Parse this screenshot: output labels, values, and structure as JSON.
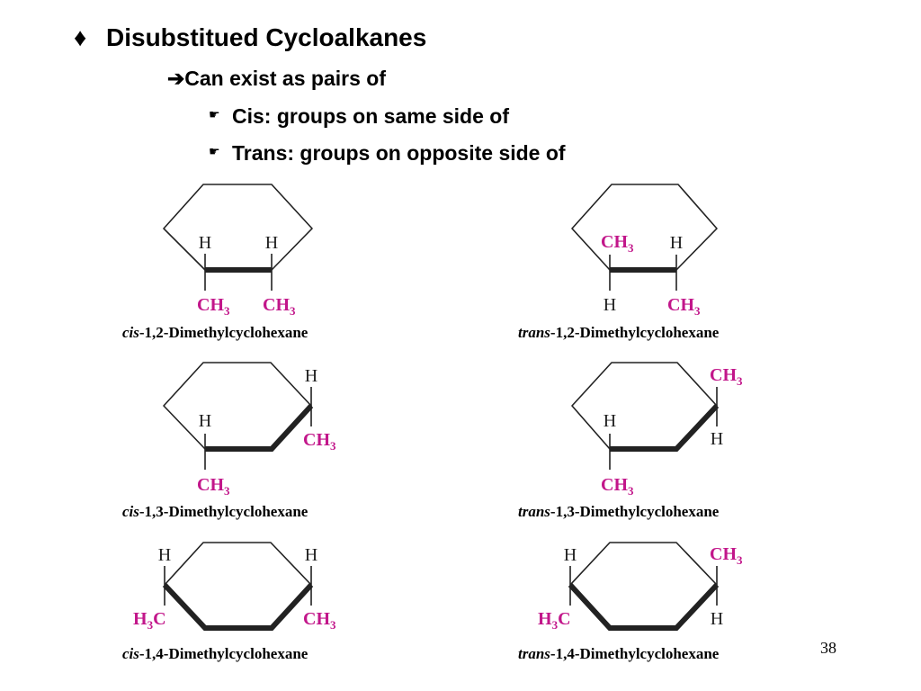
{
  "slide": {
    "bullet1": {
      "marker": "♦",
      "text": "Disubstitued Cycloalkanes"
    },
    "bullet2": {
      "marker": "➔",
      "text": "Can exist as pairs of"
    },
    "bullet3": [
      {
        "marker": "☛",
        "text": "Cis: groups on same side of"
      },
      {
        "marker": "☛",
        "text": "Trans: groups on opposite side of"
      }
    ],
    "page_number": "38"
  },
  "colors": {
    "substituent": "#c2168a",
    "text": "#000000"
  },
  "structures": {
    "cis12": {
      "caption_italic": "cis",
      "caption_rest": "-1,2-Dimethylcyclohexane",
      "h1": "H",
      "h2": "H",
      "g1": "CH",
      "g1_sub": "3",
      "g2": "CH",
      "g2_sub": "3"
    },
    "trans12": {
      "caption_italic": "trans",
      "caption_rest": "-1,2-Dimethylcyclohexane",
      "g1": "CH",
      "g1_sub": "3",
      "h1": "H",
      "h2": "H",
      "g2": "CH",
      "g2_sub": "3"
    },
    "cis13": {
      "caption_italic": "cis",
      "caption_rest": "-1,3-Dimethylcyclohexane",
      "h1": "H",
      "h2": "H",
      "g1": "CH",
      "g1_sub": "3",
      "g2": "CH",
      "g2_sub": "3"
    },
    "trans13": {
      "caption_italic": "trans",
      "caption_rest": "-1,3-Dimethylcyclohexane",
      "g1": "CH",
      "g1_sub": "3",
      "h1": "H",
      "h2": "H",
      "g2": "CH",
      "g2_sub": "3"
    },
    "cis14": {
      "caption_italic": "cis",
      "caption_rest": "-1,4-Dimethylcyclohexane",
      "h1": "H",
      "h2": "H",
      "g1_pre": "H",
      "g1_sub": "3",
      "g1_post": "C",
      "g2": "CH",
      "g2_sub": "3"
    },
    "trans14": {
      "caption_italic": "trans",
      "caption_rest": "-1,4-Dimethylcyclohexane",
      "h1": "H",
      "g1_pre": "H",
      "g1_sub": "3",
      "g1_post": "C",
      "g2": "CH",
      "g2_sub": "3",
      "h2": "H"
    }
  }
}
